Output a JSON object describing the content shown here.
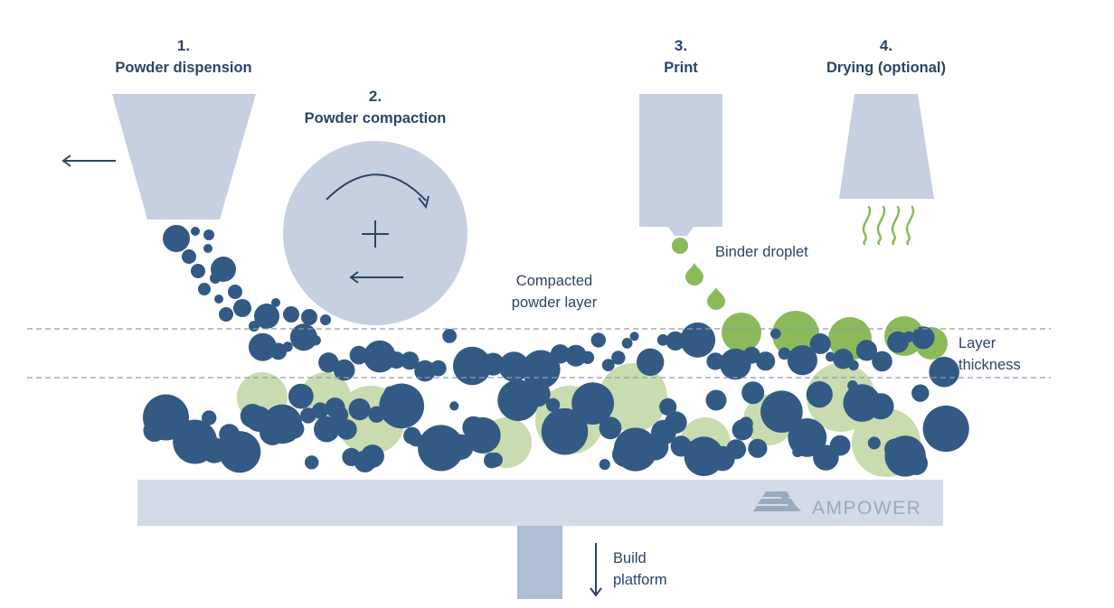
{
  "colors": {
    "machine": "#c7d0e1",
    "platform": "#d4dbe8",
    "particle": "#335a85",
    "binder": "#8cba5a",
    "binder_light": "#c8dcaf",
    "text": "#2c4566",
    "brand": "#9aaabf",
    "dashed_line": "#8a9bb3"
  },
  "steps": [
    {
      "number": "1.",
      "title": "Powder dispension"
    },
    {
      "number": "2.",
      "title": "Powder compaction"
    },
    {
      "number": "3.",
      "title": "Print"
    },
    {
      "number": "4.",
      "title": "Drying (optional)"
    }
  ],
  "labels": {
    "binder_droplet": "Binder droplet",
    "compacted_line1": "Compacted",
    "compacted_line2": "powder layer",
    "layer_line1": "Layer",
    "layer_line2": "thickness",
    "build_line1": "Build",
    "build_line2": "platform"
  },
  "brand": {
    "name": "AMPOWER"
  },
  "icons": {
    "left_arrow": "arrow-left-icon",
    "rotate_arrow": "rotate-clockwise-icon",
    "plus": "plus-icon",
    "down_arrow": "arrow-down-icon",
    "logo": "ampower-logo-icon"
  }
}
